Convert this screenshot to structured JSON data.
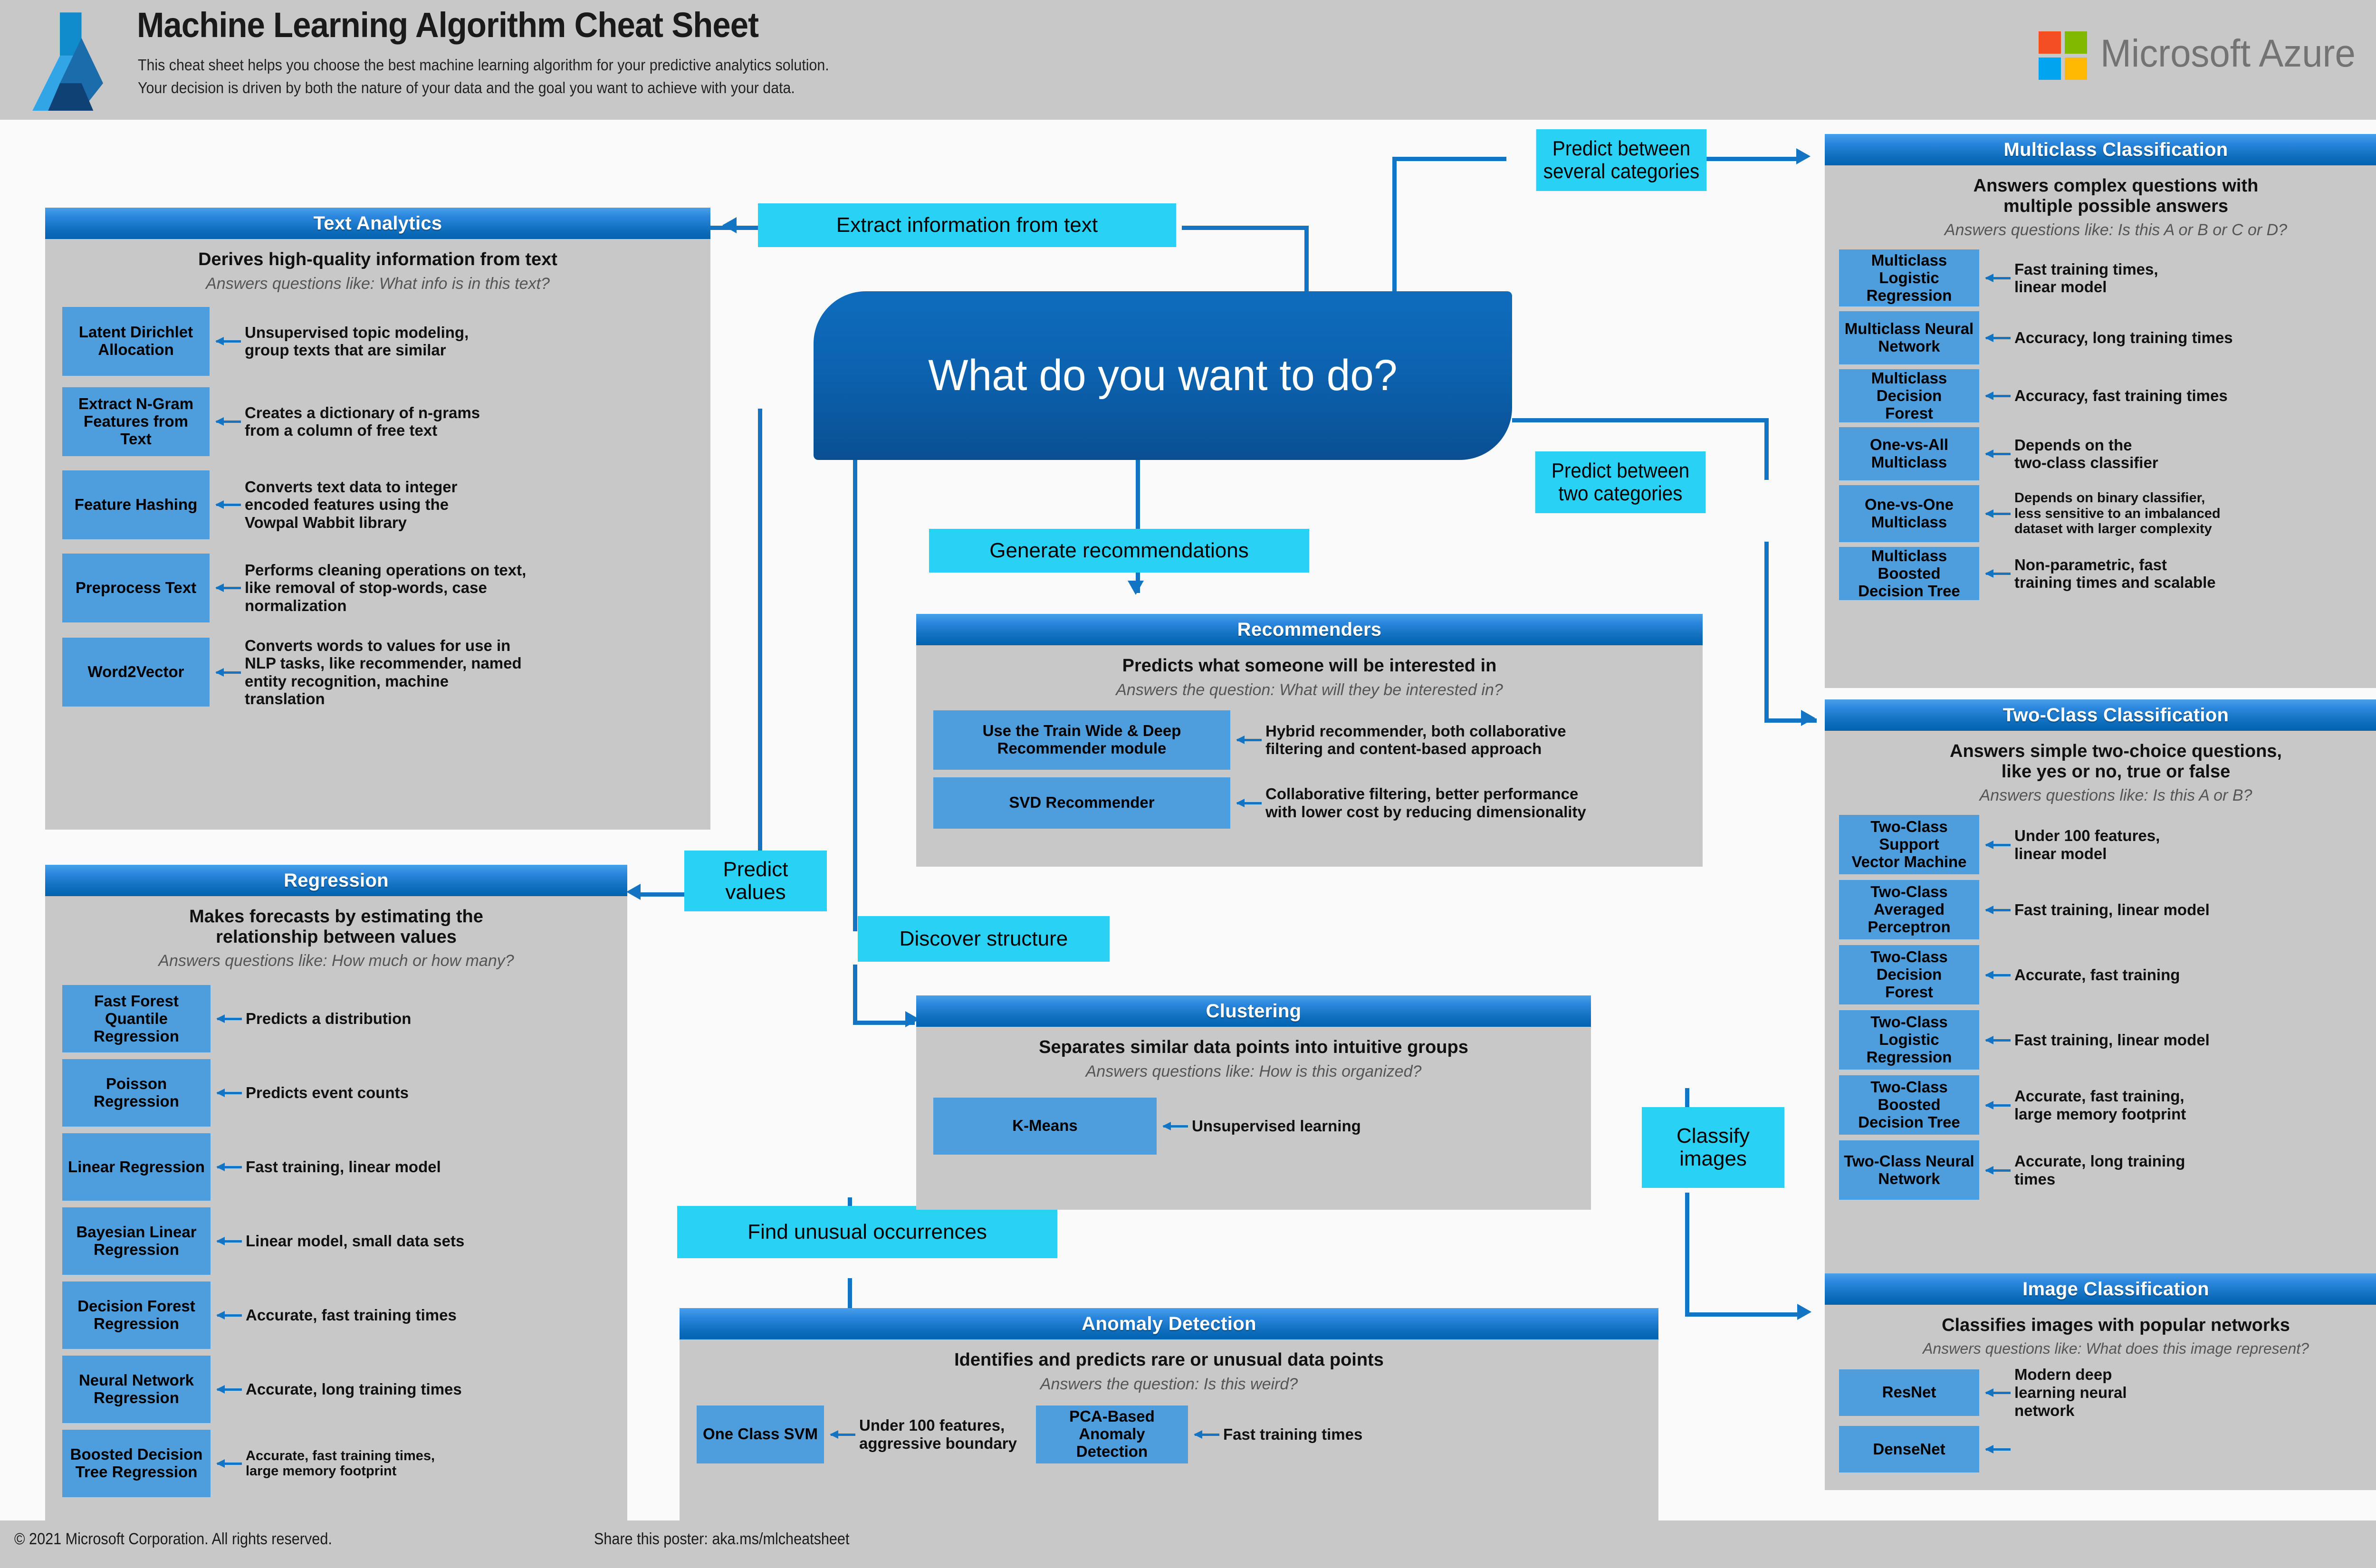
{
  "header": {
    "title": "Machine Learning Algorithm Cheat Sheet",
    "subtitle_line1": "This cheat sheet helps you choose the best machine learning algorithm for your predictive analytics solution.",
    "subtitle_line2": "Your decision is driven by both the nature of your data and the goal you want to achieve with your data.",
    "brand": "Microsoft Azure"
  },
  "footer": {
    "copyright": "© 2021 Microsoft Corporation. All rights reserved.",
    "share": "Share this poster: aka.ms/mlcheatsheet"
  },
  "root": {
    "question": "What do you want to do?"
  },
  "decisions": {
    "extract_text": "Extract information from text",
    "several_categories": "Predict between\nseveral categories",
    "two_categories": "Predict between\ntwo categories",
    "generate_recommendations": "Generate recommendations",
    "predict_values": "Predict\nvalues",
    "discover_structure": "Discover structure",
    "find_unusual": "Find unusual occurrences",
    "classify_images": "Classify\nimages"
  },
  "colors": {
    "header_bg": "#c8c8c8",
    "panel_header_start": "#4a9fe8",
    "panel_header_end": "#0063b1",
    "panel_body": "#c8c8c8",
    "algo_box": "#4e9ddd",
    "decision_label": "#29d2f5",
    "connector": "#1474c4",
    "root_node": "#0f6cbd"
  },
  "panels": {
    "text_analytics": {
      "title": "Text Analytics",
      "description": "Derives high-quality information from text",
      "question": "Answers questions like: What info is in this text?",
      "algorithms": [
        {
          "name": "Latent Dirichlet\nAllocation",
          "note": "Unsupervised topic modeling,\ngroup texts that are similar"
        },
        {
          "name": "Extract N-Gram\nFeatures from Text",
          "note": "Creates a dictionary of n-grams\nfrom a column of free text"
        },
        {
          "name": "Feature Hashing",
          "note": "Converts text data to integer\nencoded features using the\nVowpal Wabbit library"
        },
        {
          "name": "Preprocess Text",
          "note": "Performs cleaning operations on text,\nlike removal of stop-words, case\nnormalization"
        },
        {
          "name": "Word2Vector",
          "note": "Converts words to values for use in\nNLP tasks, like recommender, named\nentity recognition, machine\ntranslation"
        }
      ]
    },
    "regression": {
      "title": "Regression",
      "description": "Makes forecasts by estimating the\nrelationship between values",
      "question": "Answers questions like: How much or how many?",
      "algorithms": [
        {
          "name": "Fast Forest Quantile\nRegression",
          "note": "Predicts a distribution"
        },
        {
          "name": "Poisson Regression",
          "note": "Predicts event counts"
        },
        {
          "name": "Linear Regression",
          "note": "Fast training, linear model"
        },
        {
          "name": "Bayesian Linear\nRegression",
          "note": "Linear model, small data sets"
        },
        {
          "name": "Decision Forest\nRegression",
          "note": "Accurate, fast training times"
        },
        {
          "name": "Neural Network\nRegression",
          "note": "Accurate, long training times"
        },
        {
          "name": "Boosted Decision\nTree Regression",
          "note": "Accurate, fast training times,\nlarge memory footprint"
        }
      ]
    },
    "recommenders": {
      "title": "Recommenders",
      "description": "Predicts what someone will be interested in",
      "question": "Answers the question: What will they be interested in?",
      "algorithms": [
        {
          "name": "Use the Train Wide & Deep\nRecommender module",
          "note": "Hybrid recommender, both collaborative\nfiltering and content-based approach"
        },
        {
          "name": "SVD Recommender",
          "note": "Collaborative filtering, better performance\nwith lower cost by reducing dimensionality"
        }
      ]
    },
    "clustering": {
      "title": "Clustering",
      "description": "Separates similar data points into intuitive groups",
      "question": "Answers questions like: How is this organized?",
      "algorithms": [
        {
          "name": "K-Means",
          "note": "Unsupervised learning"
        }
      ]
    },
    "anomaly_detection": {
      "title": "Anomaly Detection",
      "description": "Identifies and predicts rare or unusual data points",
      "question": "Answers the question: Is this weird?",
      "algorithms": [
        {
          "name": "One Class SVM",
          "note": "Under 100 features,\naggressive boundary"
        },
        {
          "name": "PCA-Based Anomaly\nDetection",
          "note": "Fast training times"
        }
      ]
    },
    "multiclass_classification": {
      "title": "Multiclass Classification",
      "description": "Answers complex questions with\nmultiple possible answers",
      "question": "Answers questions like: Is this A or B or C or D?",
      "algorithms": [
        {
          "name": "Multiclass Logistic\nRegression",
          "note": "Fast training times,\nlinear model"
        },
        {
          "name": "Multiclass Neural\nNetwork",
          "note": "Accuracy, long training times"
        },
        {
          "name": "Multiclass Decision\nForest",
          "note": "Accuracy, fast training times"
        },
        {
          "name": "One-vs-All\nMulticlass",
          "note": "Depends on the\ntwo-class classifier"
        },
        {
          "name": "One-vs-One\nMulticlass",
          "note": "Depends on binary classifier,\nless sensitive to an imbalanced\ndataset with larger complexity"
        },
        {
          "name": "Multiclass Boosted\nDecision Tree",
          "note": "Non-parametric, fast\ntraining times and scalable"
        }
      ]
    },
    "two_class_classification": {
      "title": "Two-Class Classification",
      "description": "Answers simple two-choice questions,\nlike yes or no, true or false",
      "question": "Answers questions like: Is this A or B?",
      "algorithms": [
        {
          "name": "Two-Class Support\nVector Machine",
          "note": "Under 100 features,\nlinear model"
        },
        {
          "name": "Two-Class Averaged\nPerceptron",
          "note": "Fast training, linear model"
        },
        {
          "name": "Two-Class Decision\nForest",
          "note": "Accurate, fast training"
        },
        {
          "name": "Two-Class Logistic\nRegression",
          "note": "Fast training, linear model"
        },
        {
          "name": "Two-Class Boosted\nDecision Tree",
          "note": "Accurate, fast training,\nlarge memory footprint"
        },
        {
          "name": "Two-Class Neural\nNetwork",
          "note": "Accurate, long training\ntimes"
        }
      ]
    },
    "image_classification": {
      "title": "Image Classification",
      "description": "Classifies images with popular networks",
      "question": "Answers questions like: What does this image represent?",
      "algorithms": [
        {
          "name": "ResNet",
          "note": "Modern deep\nlearning neural\nnetwork"
        },
        {
          "name": "DenseNet",
          "note": ""
        }
      ]
    }
  }
}
